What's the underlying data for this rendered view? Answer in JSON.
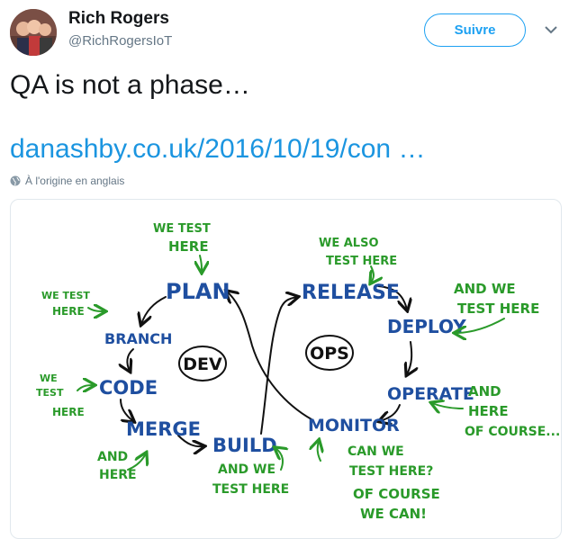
{
  "author": {
    "name": "Rich Rogers",
    "handle": "@RichRogersIoT",
    "avatar_icon": "profile-photo-icon"
  },
  "follow_label": "Suivre",
  "tweet": {
    "text": "QA is not a phase…",
    "link": "danashby.co.uk/2016/10/19/con …"
  },
  "translation_note": "À l'origine en anglais",
  "diagram": {
    "center_left": "DEV",
    "center_right": "OPS",
    "phases": {
      "plan": "PLAN",
      "branch": "BRANCH",
      "code": "CODE",
      "merge": "MERGE",
      "build": "BUILD",
      "release": "RELEASE",
      "deploy": "DEPLOY",
      "operate": "OPERATE",
      "monitor": "MONITOR"
    },
    "notes": {
      "plan_1": "WE TEST",
      "plan_2": "HERE",
      "branch_1": "WE TEST",
      "branch_2": "HERE",
      "code_1": "WE",
      "code_2": "TEST",
      "code_3": "HERE",
      "merge_1": "AND",
      "merge_2": "HERE",
      "build_1": "AND WE",
      "build_2": "TEST HERE",
      "release_1": "WE ALSO",
      "release_2": "TEST HERE",
      "deploy_1": "AND WE",
      "deploy_2": "TEST HERE",
      "operate_1": "AND",
      "operate_2": "HERE",
      "operate_3": "OF COURSE...",
      "monitor_1": "CAN WE",
      "monitor_2": "TEST HERE?",
      "monitor_3": "OF COURSE",
      "monitor_4": "WE CAN!"
    },
    "colors": {
      "phase": "#1f4fa0",
      "note": "#2a9a2a",
      "ink": "#111111"
    }
  }
}
